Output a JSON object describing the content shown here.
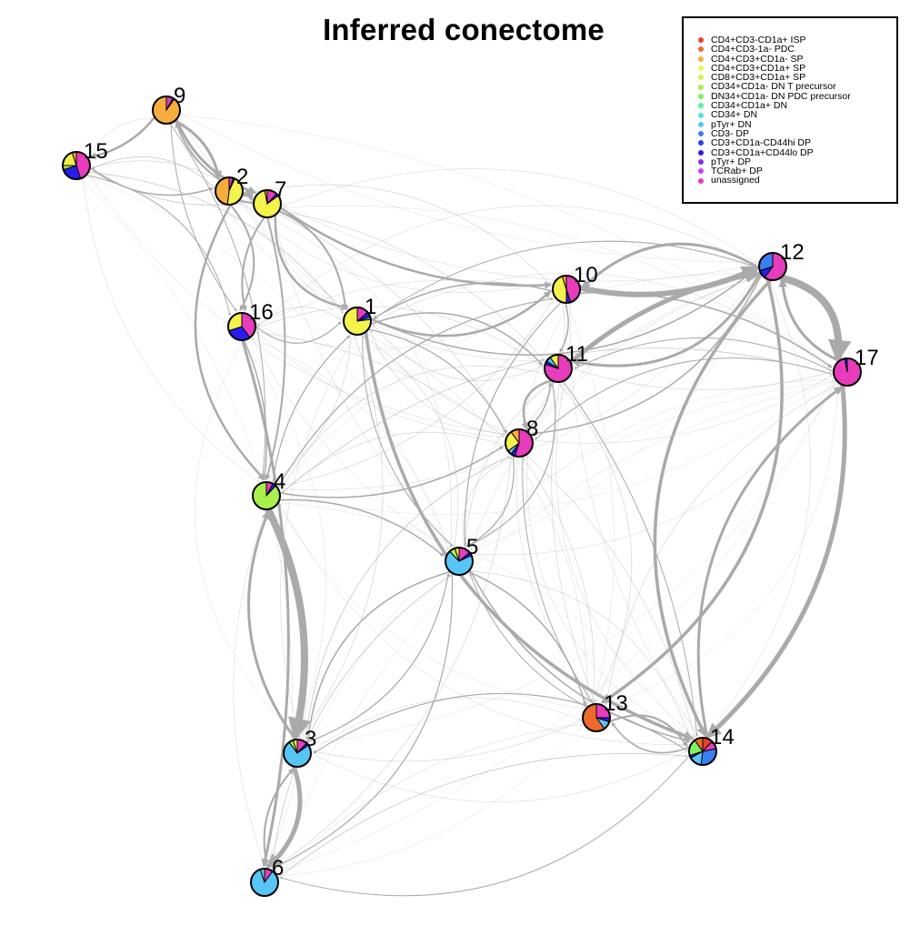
{
  "title": "Inferred conectome",
  "legend": [
    {
      "label": "CD4+CD3-CD1a+ ISP",
      "color": "#e8402a"
    },
    {
      "label": "CD4+CD3-1a- PDC",
      "color": "#ef6a2a"
    },
    {
      "label": "CD4+CD3+CD1a- SP",
      "color": "#f7ad3d"
    },
    {
      "label": "CD4+CD3+CD1a+ SP",
      "color": "#f3f34b"
    },
    {
      "label": "CD8+CD3+CD1a+ SP",
      "color": "#d4f24a"
    },
    {
      "label": "CD34+CD1a- DN T precursor",
      "color": "#a9f04c"
    },
    {
      "label": "DN34+CD1a- DN PDC precursor",
      "color": "#7ef262"
    },
    {
      "label": "CD34+CD1a+ DN",
      "color": "#5cf29a"
    },
    {
      "label": "CD34+ DN",
      "color": "#4fe3d1"
    },
    {
      "label": "pTyr+ DN",
      "color": "#57c6f7"
    },
    {
      "label": "CD3- DP",
      "color": "#3a7ff2"
    },
    {
      "label": "CD3+CD1a-CD44hi DP",
      "color": "#2a3fe9"
    },
    {
      "label": "CD3+CD1a+CD44lo DP",
      "color": "#2a1bf0"
    },
    {
      "label": "pTyr+ DP",
      "color": "#8a2cf0"
    },
    {
      "label": "TCRab+ DP",
      "color": "#d339f0"
    },
    {
      "label": "unassigned",
      "color": "#e83cbd"
    }
  ],
  "nodes": [
    {
      "id": "1",
      "label": "1",
      "slices": [
        {
          "c": "#e83cbd",
          "v": 0.14
        },
        {
          "c": "#2a1bf0",
          "v": 0.06
        },
        {
          "c": "#57c6f7",
          "v": 0.03
        },
        {
          "c": "#f3f34b",
          "v": 0.77
        }
      ]
    },
    {
      "id": "2",
      "label": "2",
      "slices": [
        {
          "c": "#e83cbd",
          "v": 0.05
        },
        {
          "c": "#2a1bf0",
          "v": 0.02
        },
        {
          "c": "#f3f34b",
          "v": 0.45
        },
        {
          "c": "#f7ad3d",
          "v": 0.48
        }
      ]
    },
    {
      "id": "3",
      "label": "3",
      "slices": [
        {
          "c": "#e83cbd",
          "v": 0.12
        },
        {
          "c": "#2a1bf0",
          "v": 0.03
        },
        {
          "c": "#57c6f7",
          "v": 0.75
        },
        {
          "c": "#a9f04c",
          "v": 0.05
        },
        {
          "c": "#f3f34b",
          "v": 0.05
        }
      ]
    },
    {
      "id": "4",
      "label": "4",
      "slices": [
        {
          "c": "#e83cbd",
          "v": 0.08
        },
        {
          "c": "#2a1bf0",
          "v": 0.04
        },
        {
          "c": "#a9f04c",
          "v": 0.88
        }
      ]
    },
    {
      "id": "5",
      "label": "5",
      "slices": [
        {
          "c": "#e83cbd",
          "v": 0.14
        },
        {
          "c": "#2a1bf0",
          "v": 0.04
        },
        {
          "c": "#57c6f7",
          "v": 0.7
        },
        {
          "c": "#a9f04c",
          "v": 0.07
        },
        {
          "c": "#f3f34b",
          "v": 0.05
        }
      ]
    },
    {
      "id": "6",
      "label": "6",
      "slices": [
        {
          "c": "#e83cbd",
          "v": 0.1
        },
        {
          "c": "#57c6f7",
          "v": 0.85
        },
        {
          "c": "#4fe3d1",
          "v": 0.05
        }
      ]
    },
    {
      "id": "7",
      "label": "7",
      "slices": [
        {
          "c": "#e83cbd",
          "v": 0.12
        },
        {
          "c": "#2a1bf0",
          "v": 0.03
        },
        {
          "c": "#f3f34b",
          "v": 0.82
        },
        {
          "c": "#f7ad3d",
          "v": 0.03
        }
      ]
    },
    {
      "id": "8",
      "label": "8",
      "slices": [
        {
          "c": "#e83cbd",
          "v": 0.55
        },
        {
          "c": "#2a1bf0",
          "v": 0.05
        },
        {
          "c": "#57c6f7",
          "v": 0.05
        },
        {
          "c": "#f3f34b",
          "v": 0.25
        },
        {
          "c": "#f7ad3d",
          "v": 0.1
        }
      ]
    },
    {
      "id": "9",
      "label": "9",
      "slices": [
        {
          "c": "#e83cbd",
          "v": 0.08
        },
        {
          "c": "#2a1bf0",
          "v": 0.02
        },
        {
          "c": "#f7ad3d",
          "v": 0.9
        }
      ]
    },
    {
      "id": "10",
      "label": "10",
      "slices": [
        {
          "c": "#e83cbd",
          "v": 0.45
        },
        {
          "c": "#2a1bf0",
          "v": 0.05
        },
        {
          "c": "#f3f34b",
          "v": 0.45
        },
        {
          "c": "#f7ad3d",
          "v": 0.05
        }
      ]
    },
    {
      "id": "11",
      "label": "11",
      "slices": [
        {
          "c": "#e83cbd",
          "v": 0.8
        },
        {
          "c": "#2a1bf0",
          "v": 0.04
        },
        {
          "c": "#57c6f7",
          "v": 0.06
        },
        {
          "c": "#f3f34b",
          "v": 0.1
        }
      ]
    },
    {
      "id": "12",
      "label": "12",
      "slices": [
        {
          "c": "#e83cbd",
          "v": 0.6
        },
        {
          "c": "#2a1bf0",
          "v": 0.1
        },
        {
          "c": "#3a7ff2",
          "v": 0.3
        }
      ]
    },
    {
      "id": "13",
      "label": "13",
      "slices": [
        {
          "c": "#e83cbd",
          "v": 0.25
        },
        {
          "c": "#2a1bf0",
          "v": 0.05
        },
        {
          "c": "#57c6f7",
          "v": 0.1
        },
        {
          "c": "#ef6a2a",
          "v": 0.6
        }
      ]
    },
    {
      "id": "14",
      "label": "14",
      "slices": [
        {
          "c": "#e8402a",
          "v": 0.12
        },
        {
          "c": "#e83cbd",
          "v": 0.1
        },
        {
          "c": "#3a7ff2",
          "v": 0.3
        },
        {
          "c": "#57c6f7",
          "v": 0.15
        },
        {
          "c": "#2a1bf0",
          "v": 0.03
        },
        {
          "c": "#7ef262",
          "v": 0.2
        },
        {
          "c": "#ef6a2a",
          "v": 0.1
        }
      ]
    },
    {
      "id": "15",
      "label": "15",
      "slices": [
        {
          "c": "#e83cbd",
          "v": 0.45
        },
        {
          "c": "#2a1bf0",
          "v": 0.25
        },
        {
          "c": "#a9f04c",
          "v": 0.05
        },
        {
          "c": "#f3f34b",
          "v": 0.2
        },
        {
          "c": "#f7ad3d",
          "v": 0.05
        }
      ]
    },
    {
      "id": "16",
      "label": "16",
      "slices": [
        {
          "c": "#e83cbd",
          "v": 0.4
        },
        {
          "c": "#2a1bf0",
          "v": 0.3
        },
        {
          "c": "#f3f34b",
          "v": 0.3
        }
      ]
    },
    {
      "id": "17",
      "label": "17",
      "slices": [
        {
          "c": "#e83cbd",
          "v": 0.97
        },
        {
          "c": "#2a1bf0",
          "v": 0.03
        }
      ]
    }
  ],
  "edges": [
    {
      "from": "4",
      "to": "3",
      "weight": 8
    },
    {
      "from": "3",
      "to": "4",
      "weight": 3
    },
    {
      "from": "12",
      "to": "17",
      "weight": 8
    },
    {
      "from": "17",
      "to": "12",
      "weight": 3
    },
    {
      "from": "17",
      "to": "14",
      "weight": 5
    },
    {
      "from": "14",
      "to": "17",
      "weight": 3
    },
    {
      "from": "10",
      "to": "12",
      "weight": 6
    },
    {
      "from": "12",
      "to": "10",
      "weight": 3
    },
    {
      "from": "11",
      "to": "12",
      "weight": 5
    },
    {
      "from": "12",
      "to": "11",
      "weight": 3
    },
    {
      "from": "3",
      "to": "6",
      "weight": 5
    },
    {
      "from": "6",
      "to": "3",
      "weight": 2
    },
    {
      "from": "16",
      "to": "6",
      "weight": 3
    },
    {
      "from": "12",
      "to": "13",
      "weight": 3.5
    },
    {
      "from": "12",
      "to": "14",
      "weight": 3.5
    },
    {
      "from": "1",
      "to": "14",
      "weight": 3.5
    },
    {
      "from": "9",
      "to": "2",
      "weight": 3
    },
    {
      "from": "2",
      "to": "9",
      "weight": 2
    },
    {
      "from": "9",
      "to": "7",
      "weight": 3
    },
    {
      "from": "9",
      "to": "15",
      "weight": 2.5
    },
    {
      "from": "2",
      "to": "7",
      "weight": 4
    },
    {
      "from": "7",
      "to": "10",
      "weight": 2.5
    },
    {
      "from": "7",
      "to": "1",
      "weight": 2.5
    },
    {
      "from": "2",
      "to": "1",
      "weight": 2
    },
    {
      "from": "2",
      "to": "16",
      "weight": 2
    },
    {
      "from": "7",
      "to": "16",
      "weight": 2
    },
    {
      "from": "2",
      "to": "4",
      "weight": 2.5
    },
    {
      "from": "7",
      "to": "4",
      "weight": 2
    },
    {
      "from": "15",
      "to": "2",
      "weight": 1.5
    },
    {
      "from": "1",
      "to": "10",
      "weight": 2.5
    },
    {
      "from": "10",
      "to": "1",
      "weight": 1.5
    },
    {
      "from": "1",
      "to": "11",
      "weight": 1.5
    },
    {
      "from": "1",
      "to": "8",
      "weight": 1.2
    },
    {
      "from": "10",
      "to": "11",
      "weight": 1.5
    },
    {
      "from": "11",
      "to": "8",
      "weight": 2.5
    },
    {
      "from": "8",
      "to": "11",
      "weight": 1.5
    },
    {
      "from": "10",
      "to": "17",
      "weight": 1.5
    },
    {
      "from": "12",
      "to": "8",
      "weight": 1.5
    },
    {
      "from": "1",
      "to": "12",
      "weight": 1.5
    },
    {
      "from": "13",
      "to": "14",
      "weight": 2
    },
    {
      "from": "14",
      "to": "13",
      "weight": 1.5
    },
    {
      "from": "5",
      "to": "13",
      "weight": 1.5
    },
    {
      "from": "5",
      "to": "14",
      "weight": 1.5
    },
    {
      "from": "4",
      "to": "5",
      "weight": 1.5
    },
    {
      "from": "4",
      "to": "8",
      "weight": 1.5
    },
    {
      "from": "4",
      "to": "10",
      "weight": 1.2
    },
    {
      "from": "4",
      "to": "1",
      "weight": 1.2
    },
    {
      "from": "16",
      "to": "1",
      "weight": 1.2
    },
    {
      "from": "16",
      "to": "4",
      "weight": 1.5
    },
    {
      "from": "5",
      "to": "3",
      "weight": 1.5
    },
    {
      "from": "5",
      "to": "6",
      "weight": 1.2
    },
    {
      "from": "3",
      "to": "5",
      "weight": 1.2
    },
    {
      "from": "14",
      "to": "3",
      "weight": 1.2
    },
    {
      "from": "14",
      "to": "6",
      "weight": 1
    },
    {
      "from": "8",
      "to": "5",
      "weight": 1.2
    },
    {
      "from": "11",
      "to": "5",
      "weight": 1.2
    },
    {
      "from": "10",
      "to": "5",
      "weight": 1.2
    },
    {
      "from": "8",
      "to": "13",
      "weight": 1
    },
    {
      "from": "11",
      "to": "14",
      "weight": 1
    },
    {
      "from": "13",
      "to": "5",
      "weight": 1
    },
    {
      "from": "1",
      "to": "5",
      "weight": 1
    },
    {
      "from": "15",
      "to": "16",
      "weight": 1
    },
    {
      "from": "15",
      "to": "1",
      "weight": 0.8
    },
    {
      "from": "9",
      "to": "16",
      "weight": 1
    },
    {
      "from": "9",
      "to": "4",
      "weight": 1
    },
    {
      "from": "17",
      "to": "8",
      "weight": 1
    },
    {
      "from": "17",
      "to": "11",
      "weight": 1
    },
    {
      "from": "17",
      "to": "4",
      "weight": 0.8
    },
    {
      "from": "12",
      "to": "1",
      "weight": 1
    },
    {
      "from": "6",
      "to": "14",
      "weight": 0.8
    },
    {
      "from": "3",
      "to": "8",
      "weight": 0.8
    },
    {
      "from": "6",
      "to": "8",
      "weight": 0.6
    },
    {
      "from": "6",
      "to": "5",
      "weight": 0.8
    },
    {
      "from": "3",
      "to": "1",
      "weight": 0.6
    },
    {
      "from": "16",
      "to": "8",
      "weight": 0.6
    },
    {
      "from": "16",
      "to": "11",
      "weight": 0.6
    },
    {
      "from": "15",
      "to": "8",
      "weight": 0.5
    },
    {
      "from": "15",
      "to": "4",
      "weight": 0.5
    },
    {
      "from": "9",
      "to": "10",
      "weight": 0.5
    },
    {
      "from": "9",
      "to": "1",
      "weight": 0.5
    },
    {
      "from": "2",
      "to": "8",
      "weight": 0.5
    },
    {
      "from": "7",
      "to": "8",
      "weight": 0.6
    },
    {
      "from": "7",
      "to": "11",
      "weight": 0.6
    },
    {
      "from": "7",
      "to": "5",
      "weight": 0.5
    },
    {
      "from": "2",
      "to": "5",
      "weight": 0.5
    },
    {
      "from": "13",
      "to": "3",
      "weight": 0.6
    },
    {
      "from": "13",
      "to": "6",
      "weight": 0.5
    },
    {
      "from": "13",
      "to": "8",
      "weight": 0.6
    },
    {
      "from": "13",
      "to": "11",
      "weight": 0.6
    },
    {
      "from": "13",
      "to": "10",
      "weight": 0.5
    },
    {
      "from": "14",
      "to": "5",
      "weight": 0.6
    },
    {
      "from": "14",
      "to": "8",
      "weight": 0.5
    },
    {
      "from": "14",
      "to": "4",
      "weight": 0.5
    },
    {
      "from": "14",
      "to": "12",
      "weight": 0.5
    },
    {
      "from": "17",
      "to": "5",
      "weight": 0.5
    },
    {
      "from": "17",
      "to": "6",
      "weight": 0.4
    },
    {
      "from": "17",
      "to": "3",
      "weight": 0.4
    },
    {
      "from": "12",
      "to": "5",
      "weight": 0.5
    },
    {
      "from": "12",
      "to": "4",
      "weight": 0.5
    },
    {
      "from": "12",
      "to": "16",
      "weight": 0.5
    },
    {
      "from": "12",
      "to": "7",
      "weight": 0.5
    },
    {
      "from": "10",
      "to": "4",
      "weight": 0.6
    },
    {
      "from": "10",
      "to": "16",
      "weight": 0.5
    },
    {
      "from": "10",
      "to": "8",
      "weight": 0.6
    },
    {
      "from": "11",
      "to": "4",
      "weight": 0.6
    },
    {
      "from": "11",
      "to": "1",
      "weight": 0.6
    },
    {
      "from": "8",
      "to": "4",
      "weight": 0.6
    },
    {
      "from": "8",
      "to": "1",
      "weight": 0.6
    },
    {
      "from": "8",
      "to": "16",
      "weight": 0.5
    },
    {
      "from": "5",
      "to": "8",
      "weight": 0.6
    },
    {
      "from": "5",
      "to": "11",
      "weight": 0.6
    },
    {
      "from": "5",
      "to": "1",
      "weight": 0.6
    },
    {
      "from": "5",
      "to": "16",
      "weight": 0.5
    },
    {
      "from": "4",
      "to": "6",
      "weight": 0.5
    },
    {
      "from": "4",
      "to": "13",
      "weight": 0.4
    },
    {
      "from": "4",
      "to": "14",
      "weight": 0.4
    },
    {
      "from": "3",
      "to": "13",
      "weight": 0.5
    },
    {
      "from": "3",
      "to": "14",
      "weight": 0.5
    },
    {
      "from": "3",
      "to": "16",
      "weight": 0.4
    },
    {
      "from": "6",
      "to": "13",
      "weight": 0.4
    },
    {
      "from": "6",
      "to": "4",
      "weight": 0.4
    },
    {
      "from": "1",
      "to": "16",
      "weight": 0.6
    },
    {
      "from": "1",
      "to": "4",
      "weight": 0.6
    },
    {
      "from": "1",
      "to": "3",
      "weight": 0.5
    },
    {
      "from": "1",
      "to": "13",
      "weight": 0.5
    },
    {
      "from": "1",
      "to": "17",
      "weight": 0.5
    },
    {
      "from": "16",
      "to": "5",
      "weight": 0.5
    },
    {
      "from": "16",
      "to": "10",
      "weight": 0.4
    },
    {
      "from": "16",
      "to": "3",
      "weight": 0.4
    },
    {
      "from": "2",
      "to": "15",
      "weight": 0.8
    },
    {
      "from": "7",
      "to": "15",
      "weight": 0.8
    },
    {
      "from": "15",
      "to": "9",
      "weight": 0.5
    },
    {
      "from": "15",
      "to": "7",
      "weight": 0.6
    },
    {
      "from": "9",
      "to": "12",
      "weight": 0.4
    },
    {
      "from": "9",
      "to": "17",
      "weight": 0.3
    },
    {
      "from": "2",
      "to": "10",
      "weight": 0.6
    },
    {
      "from": "2",
      "to": "11",
      "weight": 0.5
    },
    {
      "from": "7",
      "to": "12",
      "weight": 0.5
    },
    {
      "from": "7",
      "to": "17",
      "weight": 0.4
    },
    {
      "from": "15",
      "to": "5",
      "weight": 0.3
    },
    {
      "from": "15",
      "to": "3",
      "weight": 0.3
    },
    {
      "from": "17",
      "to": "13",
      "weight": 0.6
    },
    {
      "from": "11",
      "to": "13",
      "weight": 0.6
    },
    {
      "from": "10",
      "to": "14",
      "weight": 0.5
    },
    {
      "from": "8",
      "to": "14",
      "weight": 0.6
    },
    {
      "from": "13",
      "to": "17",
      "weight": 0.4
    },
    {
      "from": "14",
      "to": "11",
      "weight": 0.5
    },
    {
      "from": "6",
      "to": "17",
      "weight": 0.3
    },
    {
      "from": "3",
      "to": "17",
      "weight": 0.3
    },
    {
      "from": "4",
      "to": "17",
      "weight": 0.3
    },
    {
      "from": "4",
      "to": "12",
      "weight": 0.4
    },
    {
      "from": "5",
      "to": "12",
      "weight": 0.4
    },
    {
      "from": "5",
      "to": "17",
      "weight": 0.4
    },
    {
      "from": "8",
      "to": "17",
      "weight": 0.5
    },
    {
      "from": "8",
      "to": "12",
      "weight": 0.5
    },
    {
      "from": "11",
      "to": "17",
      "weight": 0.6
    },
    {
      "from": "10",
      "to": "13",
      "weight": 0.4
    }
  ]
}
